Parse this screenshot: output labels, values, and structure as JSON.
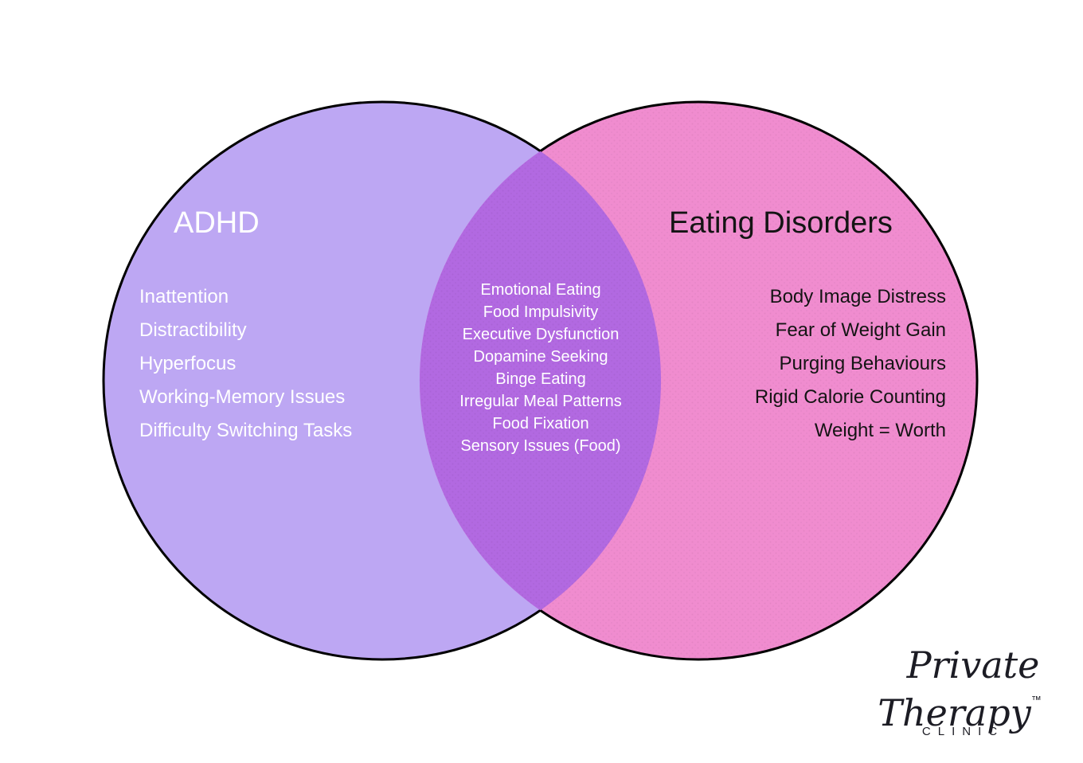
{
  "page": {
    "background": "#ffffff"
  },
  "diagram": {
    "outline_color": "#000000",
    "left": {
      "title": "ADHD",
      "color": "#bda7f3",
      "text_color": "#ffffff",
      "items": [
        "Inattention",
        "Distractibility",
        "Hyperfocus",
        "Working-Memory Issues",
        "Difficulty Switching Tasks"
      ]
    },
    "overlap": {
      "color": "#b269e1",
      "text_color": "#ffffff",
      "items": [
        "Emotional Eating",
        "Food Impulsivity",
        "Executive Dysfunction",
        "Dopamine Seeking",
        "Binge Eating",
        "Irregular Meal Patterns",
        "Food Fixation",
        "Sensory Issues (Food)"
      ]
    },
    "right": {
      "title": "Eating Disorders",
      "color": "#f08ccf",
      "text_color": "#141414",
      "items": [
        "Body Image Distress",
        "Fear of Weight Gain",
        "Purging Behaviours",
        "Rigid Calorie Counting",
        "Weight = Worth"
      ]
    }
  },
  "logo": {
    "word1": "Private",
    "word2": "Therapy",
    "trademark": "™",
    "subtext": "CLINIC"
  }
}
